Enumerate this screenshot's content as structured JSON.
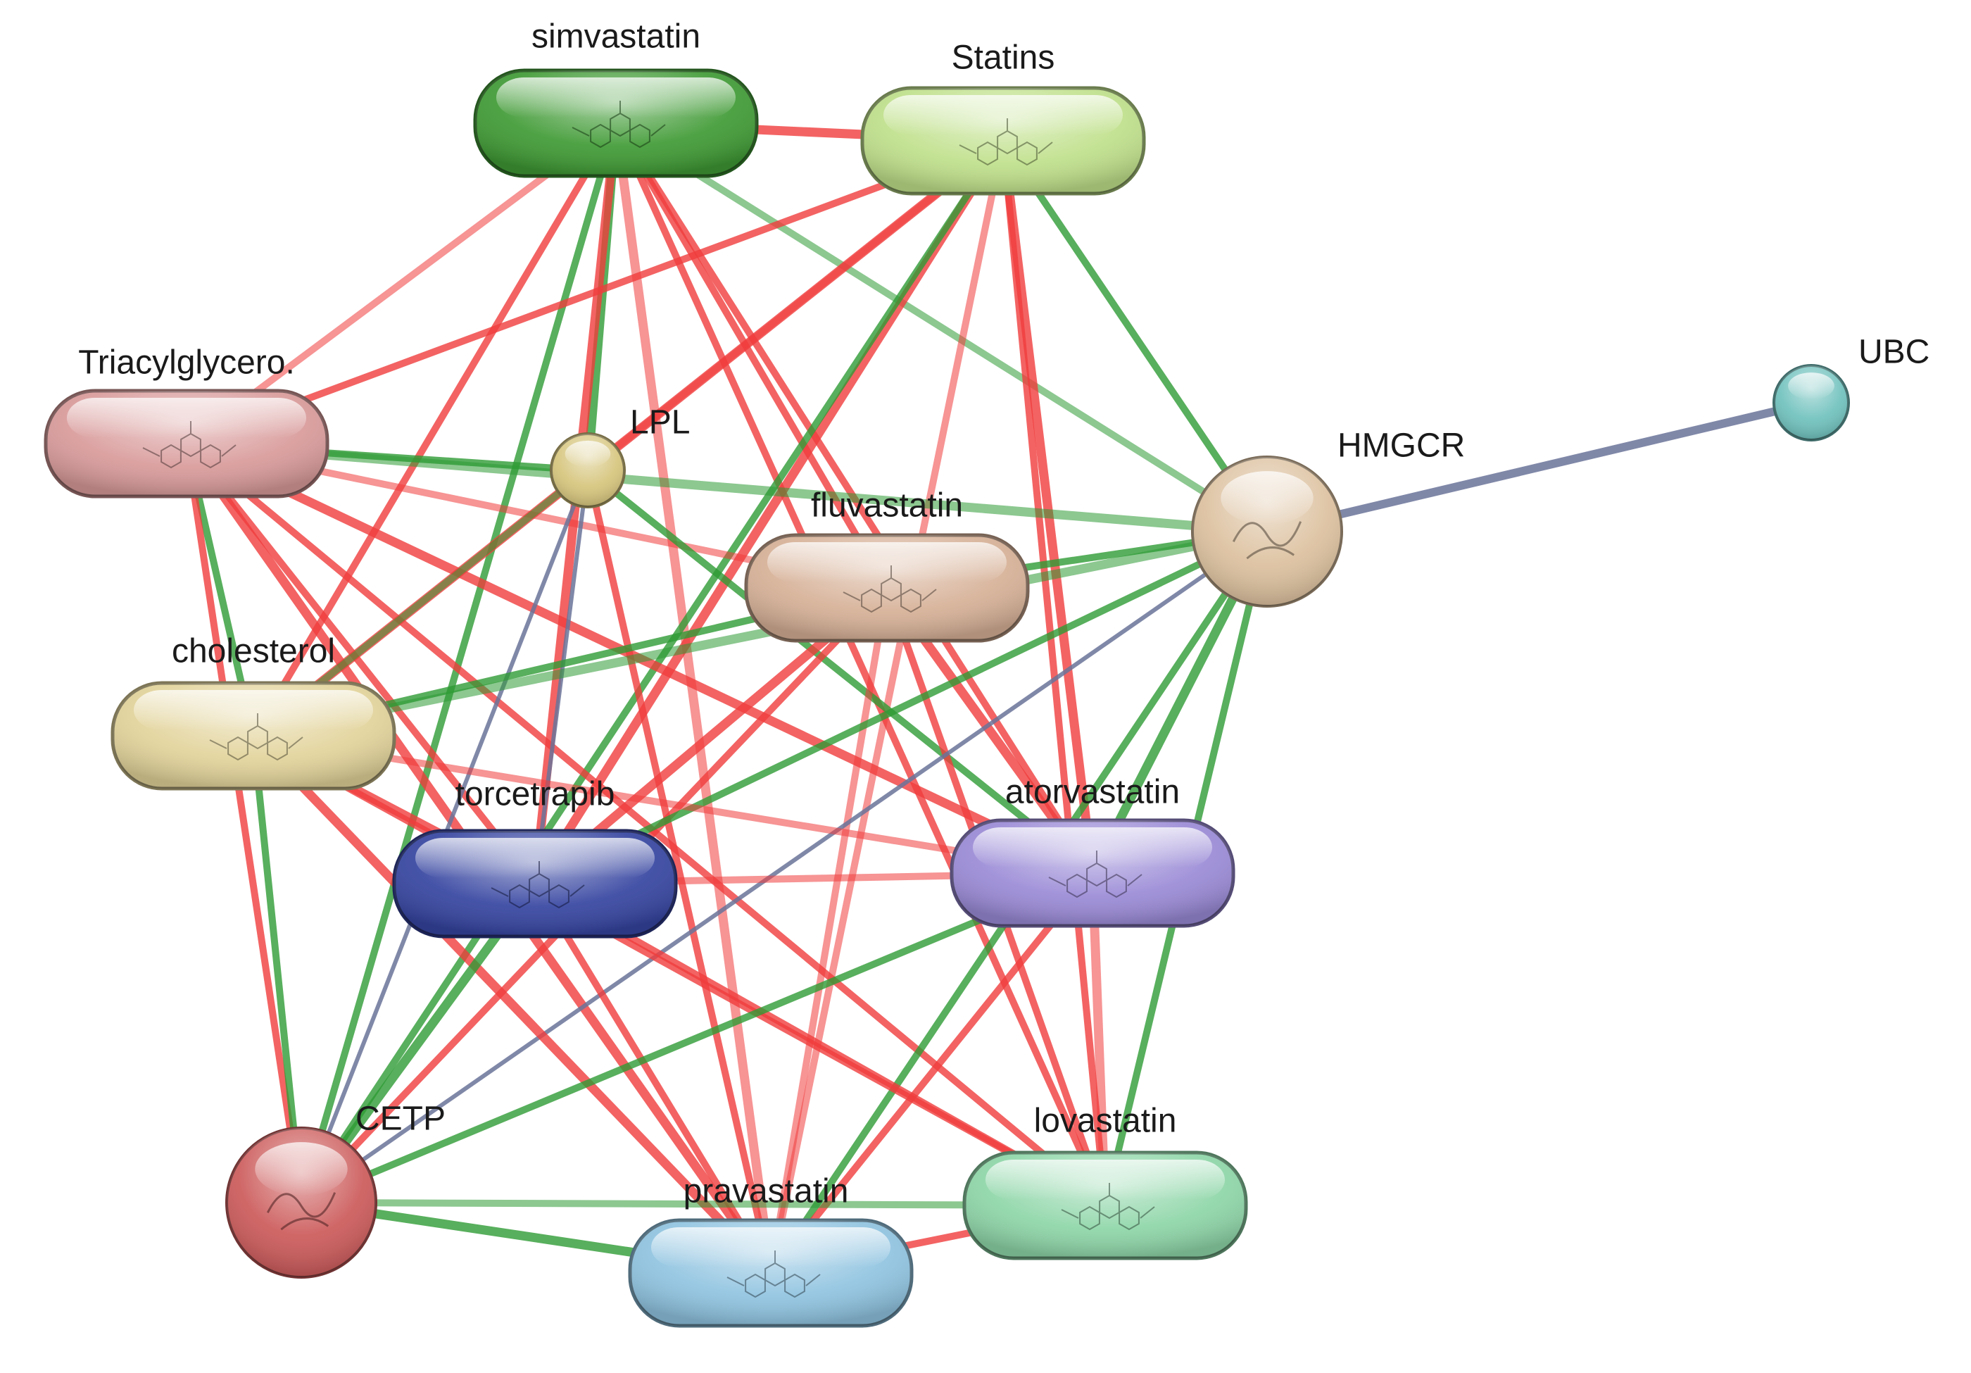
{
  "network": {
    "nodes": [
      {
        "id": "simvastatin",
        "label": "simvastatin",
        "shape": "pill",
        "color": "#3f9a34",
        "glyph": "molecule"
      },
      {
        "id": "statins",
        "label": "Statins",
        "shape": "pill",
        "color": "#bfe08a",
        "glyph": "molecule"
      },
      {
        "id": "triacylglycerol",
        "label": "Triacylglycero.",
        "shape": "pill",
        "color": "#d99a9a",
        "glyph": "molecule"
      },
      {
        "id": "lpl",
        "label": "LPL",
        "shape": "circle",
        "color": "#d6c57c",
        "glyph": "none"
      },
      {
        "id": "fluvastatin",
        "label": "fluvastatin",
        "shape": "pill",
        "color": "#d6b096",
        "glyph": "molecule"
      },
      {
        "id": "hmgcr",
        "label": "HMGCR",
        "shape": "circle",
        "color": "#dcc09e",
        "glyph": "protein"
      },
      {
        "id": "ubc",
        "label": "UBC",
        "shape": "circle",
        "color": "#6fc1bd",
        "glyph": "none"
      },
      {
        "id": "cholesterol",
        "label": "cholesterol",
        "shape": "pill",
        "color": "#e2d39a",
        "glyph": "molecule"
      },
      {
        "id": "torcetrapib",
        "label": "torcetrapib",
        "shape": "pill",
        "color": "#3544a0",
        "glyph": "molecule"
      },
      {
        "id": "atorvastatin",
        "label": "atorvastatin",
        "shape": "pill",
        "color": "#9a8ad6",
        "glyph": "molecule"
      },
      {
        "id": "cetp",
        "label": "CETP",
        "shape": "circle",
        "color": "#cc5a5a",
        "glyph": "protein"
      },
      {
        "id": "pravastatin",
        "label": "pravastatin",
        "shape": "pill",
        "color": "#8fc3e0",
        "glyph": "molecule"
      },
      {
        "id": "lovastatin",
        "label": "lovastatin",
        "shape": "pill",
        "color": "#8ed6a8",
        "glyph": "molecule"
      }
    ],
    "edges": [
      {
        "source": "simvastatin",
        "target": "statins",
        "type": "red"
      },
      {
        "source": "simvastatin",
        "target": "triacylglycerol",
        "type": "red"
      },
      {
        "source": "simvastatin",
        "target": "cholesterol",
        "type": "red"
      },
      {
        "source": "simvastatin",
        "target": "lpl",
        "type": "green"
      },
      {
        "source": "simvastatin",
        "target": "fluvastatin",
        "type": "red"
      },
      {
        "source": "simvastatin",
        "target": "hmgcr",
        "type": "green"
      },
      {
        "source": "simvastatin",
        "target": "torcetrapib",
        "type": "red"
      },
      {
        "source": "simvastatin",
        "target": "atorvastatin",
        "type": "red"
      },
      {
        "source": "simvastatin",
        "target": "cetp",
        "type": "green"
      },
      {
        "source": "simvastatin",
        "target": "pravastatin",
        "type": "red"
      },
      {
        "source": "simvastatin",
        "target": "lovastatin",
        "type": "red"
      },
      {
        "source": "statins",
        "target": "triacylglycerol",
        "type": "red"
      },
      {
        "source": "statins",
        "target": "cholesterol",
        "type": "red"
      },
      {
        "source": "statins",
        "target": "lpl",
        "type": "red"
      },
      {
        "source": "statins",
        "target": "hmgcr",
        "type": "green"
      },
      {
        "source": "statins",
        "target": "atorvastatin",
        "type": "red"
      },
      {
        "source": "statins",
        "target": "lovastatin",
        "type": "red"
      },
      {
        "source": "statins",
        "target": "pravastatin",
        "type": "red"
      },
      {
        "source": "statins",
        "target": "torcetrapib",
        "type": "red"
      },
      {
        "source": "statins",
        "target": "cetp",
        "type": "green"
      },
      {
        "source": "triacylglycerol",
        "target": "lpl",
        "type": "green"
      },
      {
        "source": "triacylglycerol",
        "target": "hmgcr",
        "type": "green"
      },
      {
        "source": "triacylglycerol",
        "target": "cholesterol",
        "type": "green"
      },
      {
        "source": "triacylglycerol",
        "target": "torcetrapib",
        "type": "red"
      },
      {
        "source": "triacylglycerol",
        "target": "atorvastatin",
        "type": "red"
      },
      {
        "source": "triacylglycerol",
        "target": "fluvastatin",
        "type": "red"
      },
      {
        "source": "triacylglycerol",
        "target": "cetp",
        "type": "red"
      },
      {
        "source": "triacylglycerol",
        "target": "pravastatin",
        "type": "red"
      },
      {
        "source": "triacylglycerol",
        "target": "lovastatin",
        "type": "red"
      },
      {
        "source": "lpl",
        "target": "cholesterol",
        "type": "green"
      },
      {
        "source": "lpl",
        "target": "torcetrapib",
        "type": "grey"
      },
      {
        "source": "lpl",
        "target": "atorvastatin",
        "type": "green"
      },
      {
        "source": "lpl",
        "target": "pravastatin",
        "type": "red"
      },
      {
        "source": "lpl",
        "target": "cetp",
        "type": "grey"
      },
      {
        "source": "fluvastatin",
        "target": "hmgcr",
        "type": "green"
      },
      {
        "source": "fluvastatin",
        "target": "cholesterol",
        "type": "green"
      },
      {
        "source": "fluvastatin",
        "target": "torcetrapib",
        "type": "red"
      },
      {
        "source": "fluvastatin",
        "target": "pravastatin",
        "type": "red"
      },
      {
        "source": "fluvastatin",
        "target": "lovastatin",
        "type": "red"
      },
      {
        "source": "fluvastatin",
        "target": "atorvastatin",
        "type": "red"
      },
      {
        "source": "fluvastatin",
        "target": "cetp",
        "type": "red"
      },
      {
        "source": "hmgcr",
        "target": "ubc",
        "type": "grey"
      },
      {
        "source": "hmgcr",
        "target": "atorvastatin",
        "type": "green"
      },
      {
        "source": "hmgcr",
        "target": "lovastatin",
        "type": "green"
      },
      {
        "source": "hmgcr",
        "target": "pravastatin",
        "type": "green"
      },
      {
        "source": "hmgcr",
        "target": "cholesterol",
        "type": "green"
      },
      {
        "source": "hmgcr",
        "target": "cetp",
        "type": "grey"
      },
      {
        "source": "hmgcr",
        "target": "torcetrapib",
        "type": "green"
      },
      {
        "source": "cholesterol",
        "target": "torcetrapib",
        "type": "red"
      },
      {
        "source": "cholesterol",
        "target": "atorvastatin",
        "type": "red"
      },
      {
        "source": "cholesterol",
        "target": "cetp",
        "type": "green"
      },
      {
        "source": "cholesterol",
        "target": "pravastatin",
        "type": "red"
      },
      {
        "source": "cholesterol",
        "target": "lovastatin",
        "type": "red"
      },
      {
        "source": "torcetrapib",
        "target": "atorvastatin",
        "type": "red"
      },
      {
        "source": "torcetrapib",
        "target": "cetp",
        "type": "green"
      },
      {
        "source": "torcetrapib",
        "target": "pravastatin",
        "type": "red"
      },
      {
        "source": "torcetrapib",
        "target": "lovastatin",
        "type": "red"
      },
      {
        "source": "atorvastatin",
        "target": "lovastatin",
        "type": "red"
      },
      {
        "source": "atorvastatin",
        "target": "pravastatin",
        "type": "red"
      },
      {
        "source": "atorvastatin",
        "target": "cetp",
        "type": "green"
      },
      {
        "source": "cetp",
        "target": "pravastatin",
        "type": "green"
      },
      {
        "source": "cetp",
        "target": "lovastatin",
        "type": "green"
      },
      {
        "source": "pravastatin",
        "target": "lovastatin",
        "type": "red"
      }
    ]
  },
  "colors": {
    "edge_red": "#f03c3c",
    "edge_green": "#2e9b35",
    "edge_grey": "#6a7399",
    "background": "#ffffff"
  }
}
